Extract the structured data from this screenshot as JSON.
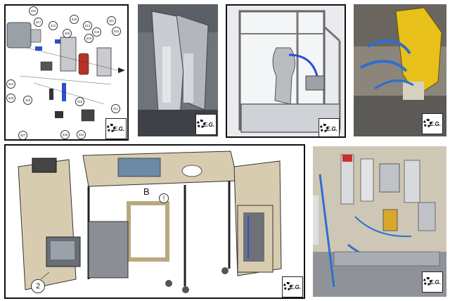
{
  "logo_text": "E.G.",
  "panel_exploded_gripper": {
    "callouts": [
      "421",
      "317",
      "312",
      "318",
      "320",
      "313",
      "319",
      "316",
      "321",
      "322",
      "314",
      "323",
      "315",
      "310",
      "311",
      "324",
      "325",
      "327"
    ]
  },
  "panel_assembly": {
    "label_b": "B",
    "label_marker": "!",
    "label_2": "2"
  },
  "colors": {
    "frame": "#111111",
    "cabinet": "#d8ccb0",
    "robot_yellow": "#e8c21a",
    "cable_blue": "#2b6fd1"
  }
}
